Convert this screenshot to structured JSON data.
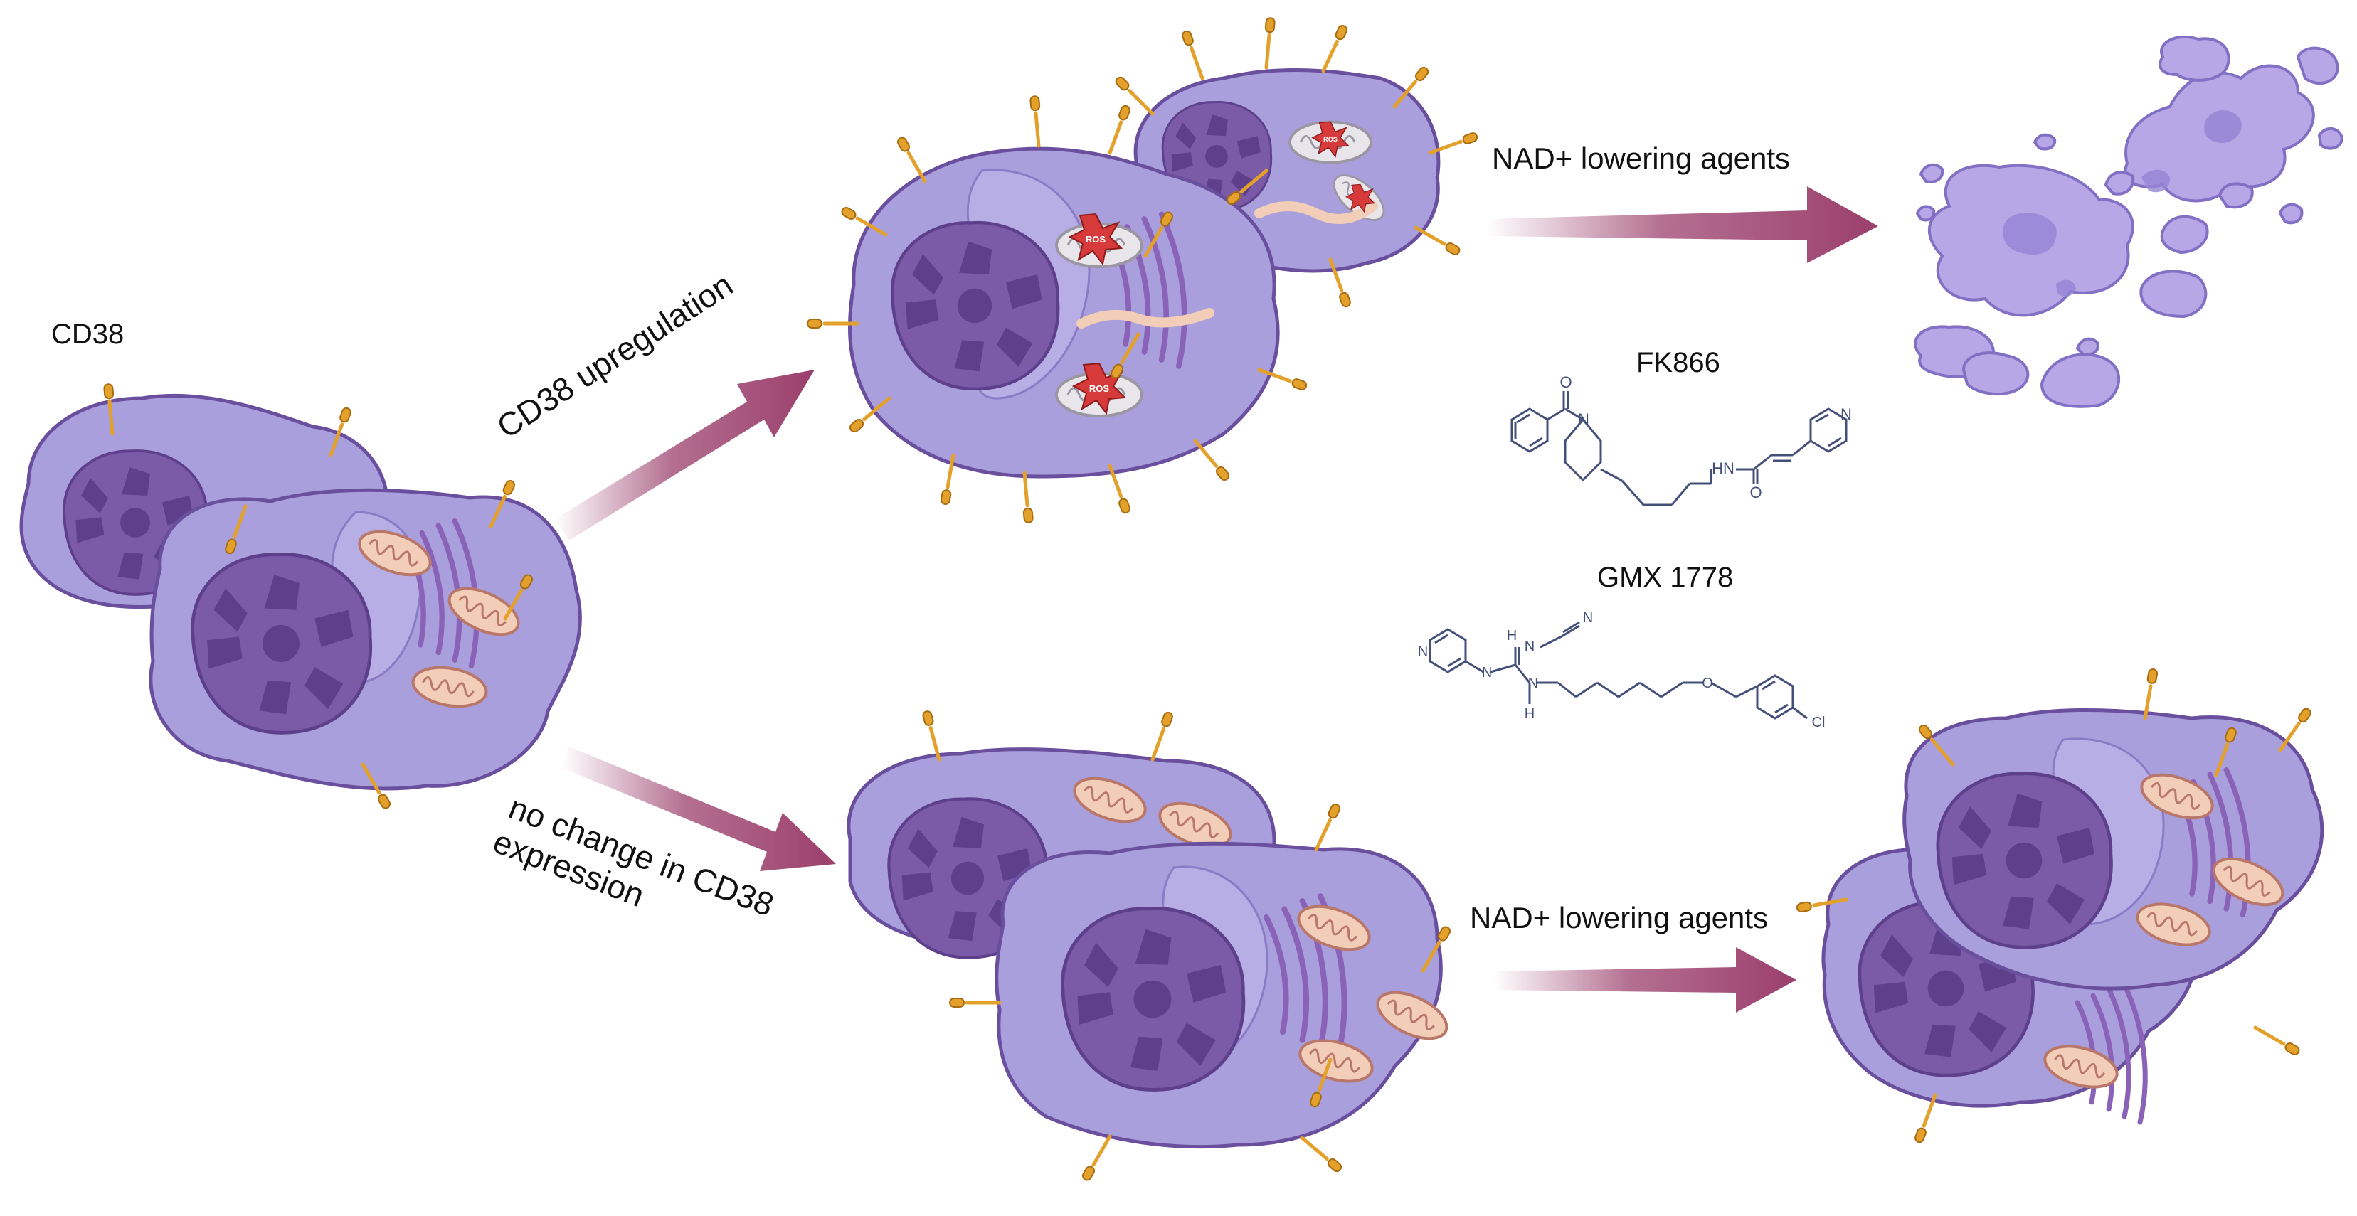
{
  "labels": {
    "cd38": "CD38",
    "upregulation": "CD38 upregulation",
    "no_change_line1": "no change in CD38",
    "no_change_line2": "expression",
    "nad_top": "NAD+ lowering agents",
    "nad_bottom": "NAD+ lowering agents",
    "fk866": "FK866",
    "gmx": "GMX 1778",
    "ros": "ROS"
  },
  "molecule_atoms": {
    "o": "O",
    "n": "N",
    "hn": "HN",
    "h": "H",
    "cl": "Cl"
  },
  "colors": {
    "cell_fill": "#a99fdc",
    "cell_stroke": "#6a4f9e",
    "nucleus": "#7b5aa8",
    "nucleus_dark": "#5d3f8c",
    "receptor": "#e3a02a",
    "arrow": "#9b3f6c",
    "mito_fill": "#f2cdb8",
    "mito_stroke": "#b9776a",
    "ros": "#d63a3a",
    "molecule": "#44507a",
    "debris": "#b7a7e6"
  }
}
